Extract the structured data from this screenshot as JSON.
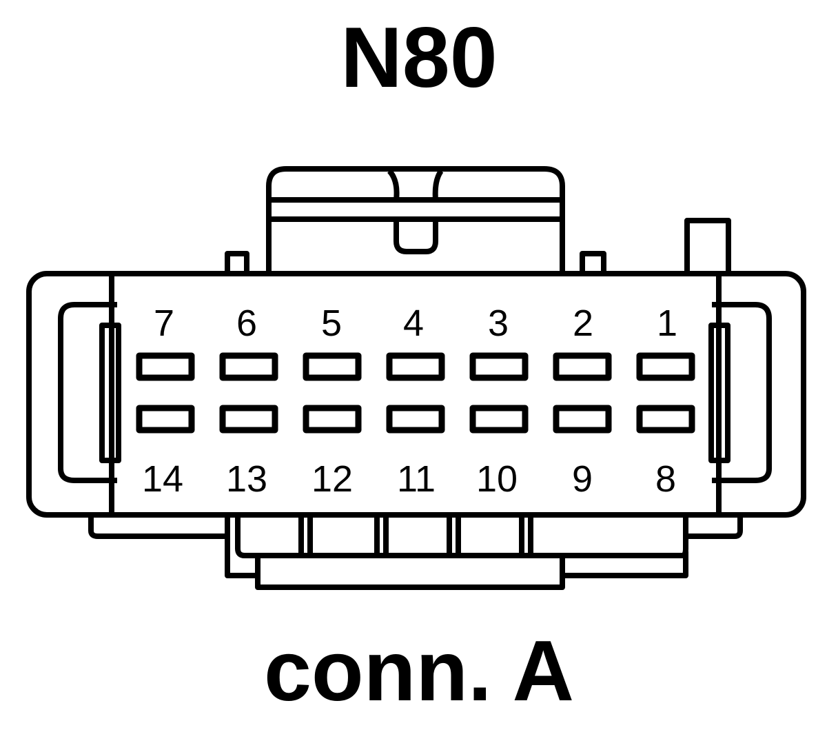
{
  "diagram": {
    "component": "N80",
    "connector": "conn. A",
    "top_row_pins": [
      "7",
      "6",
      "5",
      "4",
      "3",
      "2",
      "1"
    ],
    "bottom_row_pins": [
      "14",
      "13",
      "12",
      "11",
      "10",
      "9",
      "8"
    ]
  }
}
